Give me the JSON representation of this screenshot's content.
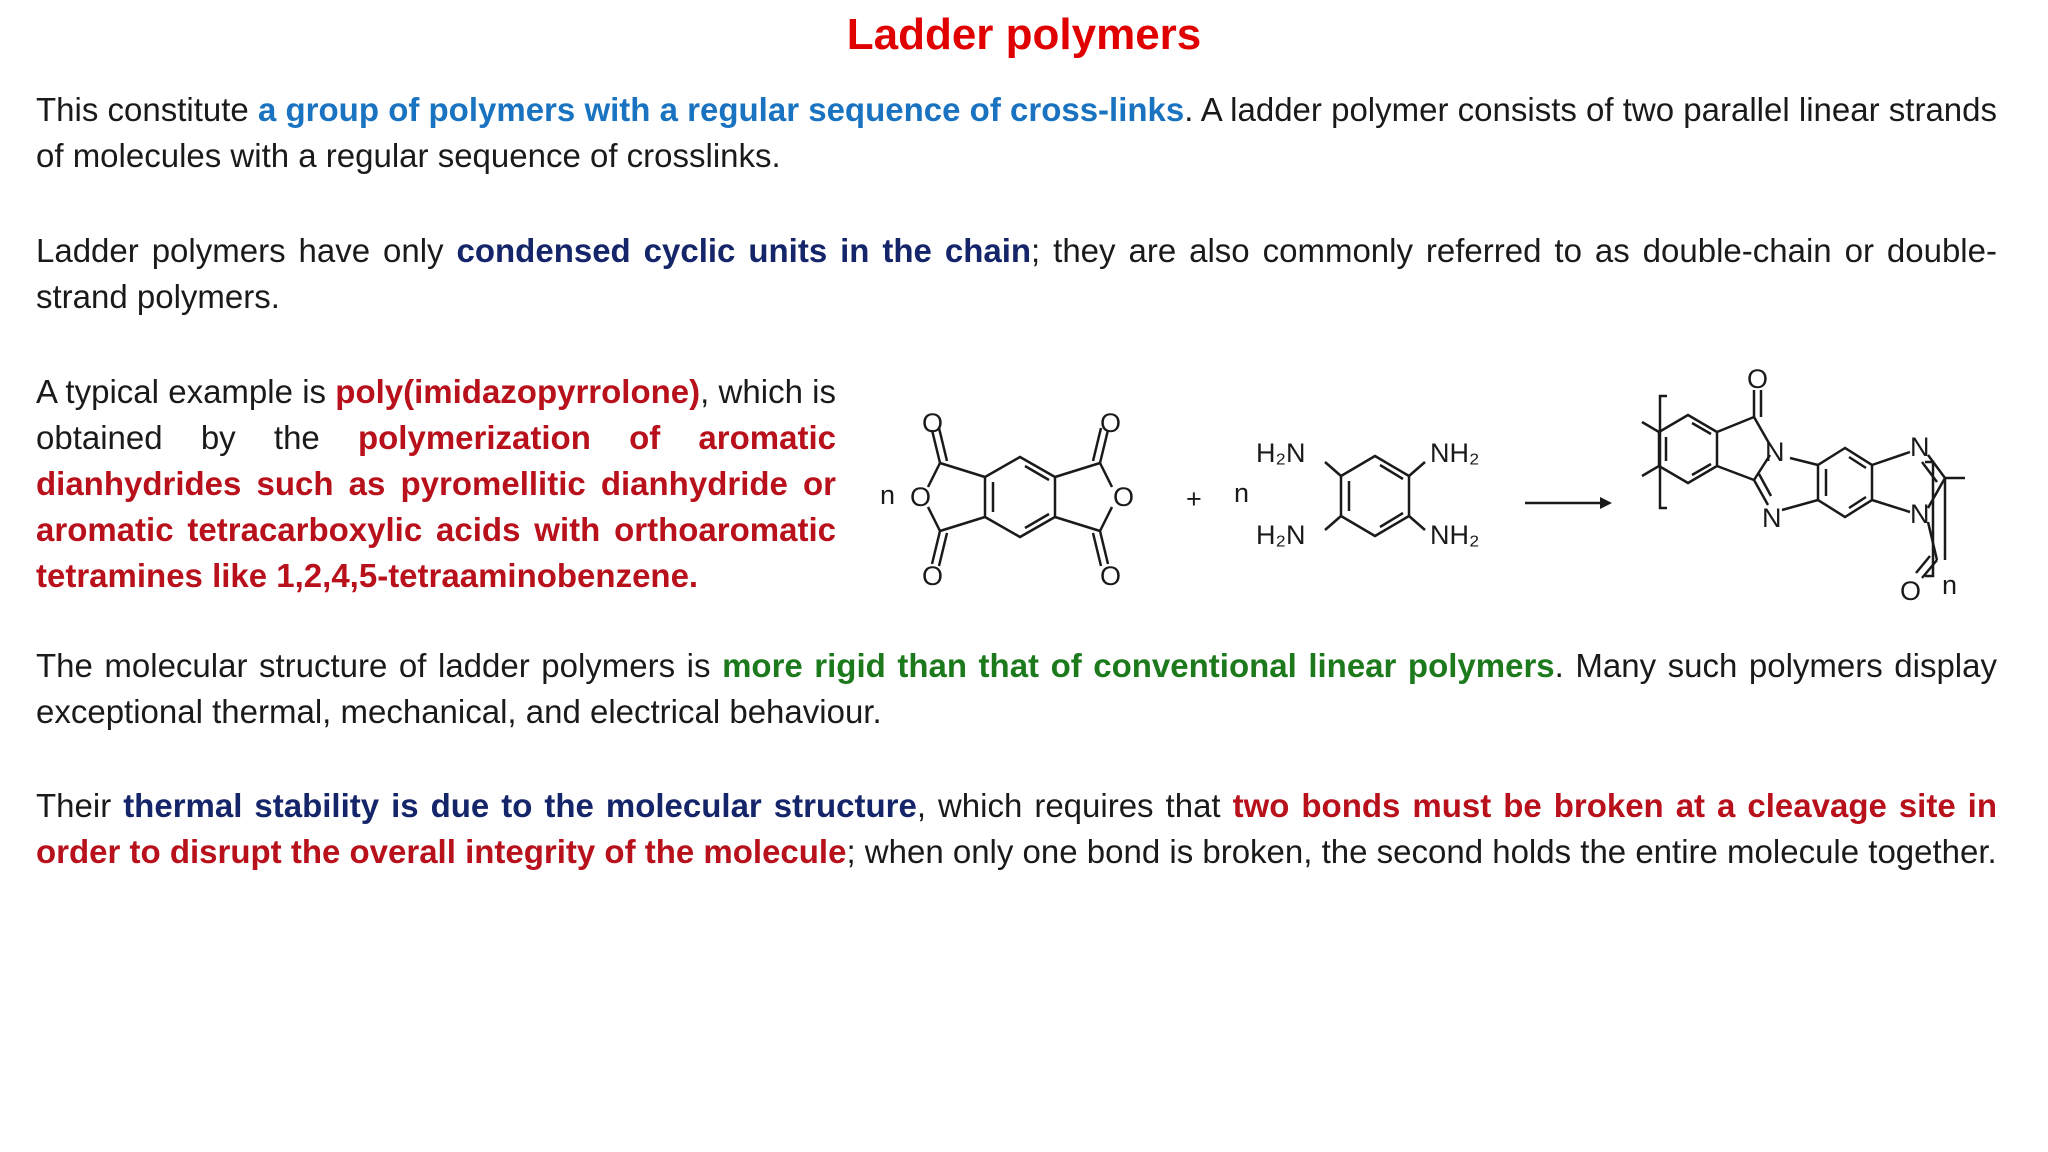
{
  "title": "Ladder polymers",
  "p1": {
    "a": "This constitute ",
    "b": "a group of polymers with a regular sequence of cross-links",
    "c": ". A ladder polymer consists of two parallel linear strands of molecules with a regular sequence of crosslinks."
  },
  "p2": {
    "a": "Ladder polymers have only ",
    "b": "condensed cyclic units in the chain",
    "c": "; they are also commonly referred to as double-chain or double-strand polymers."
  },
  "p3": {
    "a": "A typical example is ",
    "b": "poly(imidazopyrrolone)",
    "c": ", which is obtained by the ",
    "d": "polymerization of aromatic dianhydrides such as pyromellitic dianhydride or aromatic tetracarboxylic acids with orthoaromatic tetramines like 1,2,4,5-tetraaminobenzene."
  },
  "p4": {
    "a": "The molecular structure of ladder polymers is ",
    "b": "more rigid than that of conventional linear polymers",
    "c": ". Many such polymers display exceptional thermal, mechanical, and electrical behaviour."
  },
  "p5": {
    "a": "Their ",
    "b": "thermal stability is due to the molecular structure",
    "c": ", which requires that ",
    "d": "two bonds must be broken at a cleavage site in order to disrupt the overall integrity of the molecule",
    "e": "; when only one bond is broken, the second holds the entire molecule together."
  },
  "scheme": {
    "coef_n1": "n",
    "coef_n2": "n",
    "plus": "+",
    "o": "O",
    "n": "N",
    "nh2_tl": "H₂N",
    "nh2_tr": "NH₂",
    "nh2_bl": "H₂N",
    "nh2_br": "NH₂",
    "repeat_n": "n"
  }
}
